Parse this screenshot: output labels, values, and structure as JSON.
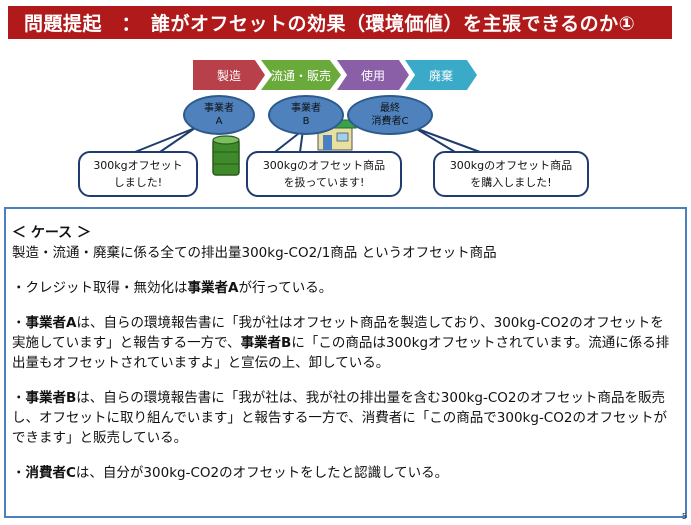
{
  "title": "問題提起　：　誰がオフセットの効果（環境価値）を主張できるのか①",
  "flow": [
    "製造",
    "流通・販売",
    "使用",
    "廃棄"
  ],
  "flow_colors": [
    "#b8404a",
    "#6aaa3a",
    "#8a5fa8",
    "#3aaac8"
  ],
  "actors": {
    "a": {
      "line1": "事業者",
      "line2": "A"
    },
    "b": {
      "line1": "事業者",
      "line2": "B"
    },
    "c": {
      "line1": "最終",
      "line2": "消費者C"
    }
  },
  "bubbles": {
    "a": "300kgオフセット\nしました!",
    "b": "300kgのオフセット商品\nを扱っています!",
    "c": "300kgのオフセット商品\nを購入しました!"
  },
  "case": {
    "title": "＜ ケース ＞",
    "line1": "製造・流通・廃棄に係る全ての排出量300kg-CO2/1商品 というオフセット商品",
    "p1_pre": "・クレジット取得・無効化は",
    "p1_bold": "事業者A",
    "p1_post": "が行っている。",
    "p2_pre": "・",
    "p2_bold1": "事業者A",
    "p2_mid1": "は、自らの環境報告書に「我が社はオフセット商品を製造しており、300kg-CO2のオフセットを実施しています」と報告する一方で、",
    "p2_bold2": "事業者B",
    "p2_mid2": "に「この商品は300kgオフセットされています。流通に係る排出量もオフセットされていますよ」と宣伝の上、卸している。",
    "p3_pre": "・",
    "p3_bold": "事業者B",
    "p3_post": "は、自らの環境報告書に「我が社は、我が社の排出量を含む300kg-CO2のオフセット商品を販売し、オフセットに取り組んでいます」と報告する一方で、消費者に「この商品で300kg-CO2のオフセットができます」と販売している。",
    "p4_pre": "・",
    "p4_bold": "消費者C",
    "p4_post": "は、自分が300kg-CO2のオフセットをしたと認識している。"
  },
  "page_number": "5"
}
